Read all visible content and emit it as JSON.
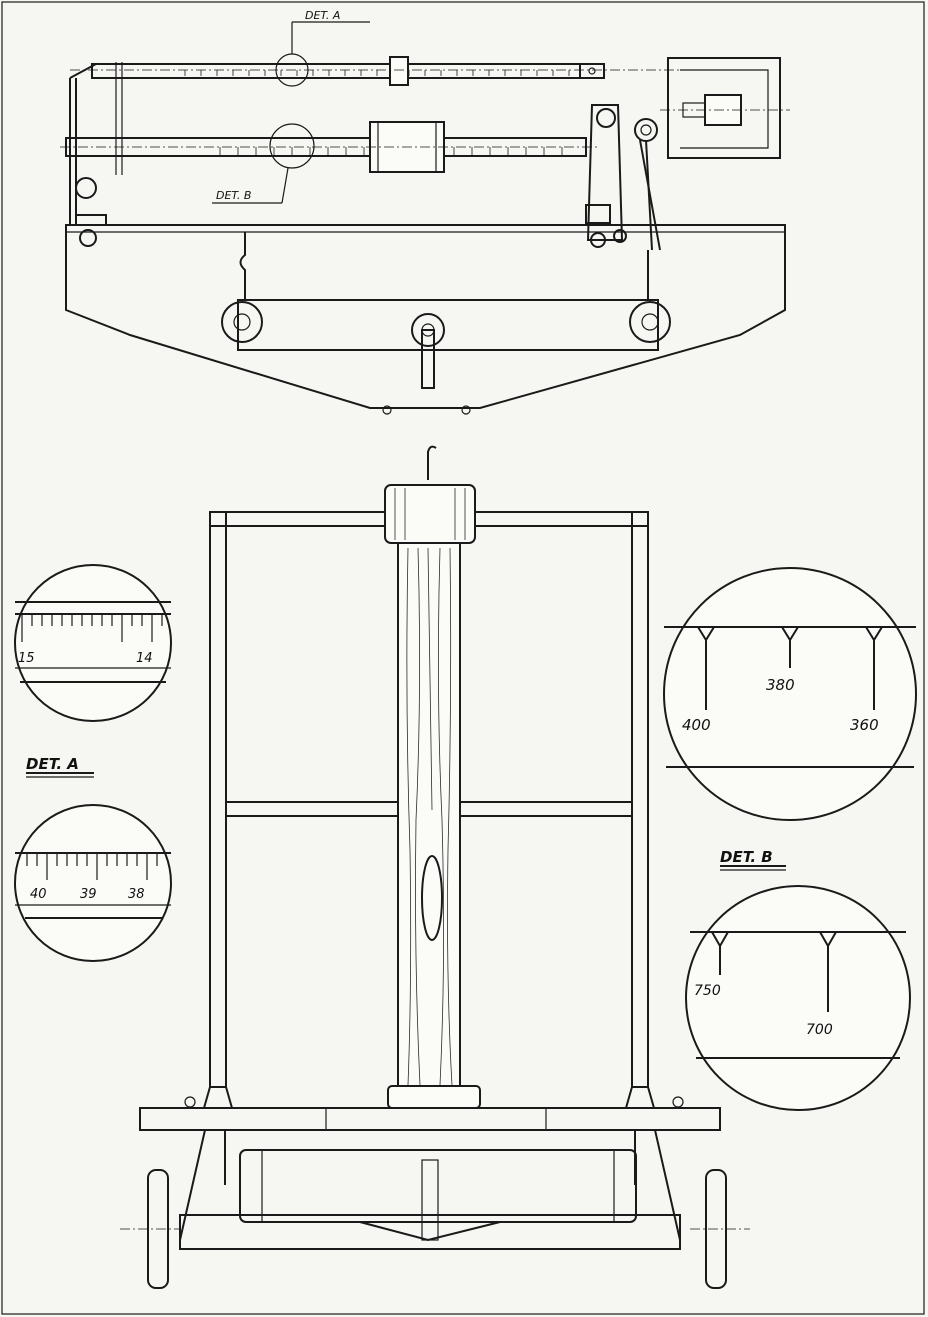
{
  "labels": {
    "det_a_top": "DET. A",
    "det_b_top": "DET. B",
    "det_a_side": "DET. A",
    "det_b_side": "DET. B"
  },
  "detail_a": {
    "upper_numbers": [
      "15",
      "14"
    ],
    "lower_numbers": [
      "40",
      "39",
      "38"
    ]
  },
  "detail_b": {
    "upper_numbers": [
      "400",
      "380",
      "360"
    ],
    "lower_numbers": [
      "750",
      "700"
    ]
  }
}
